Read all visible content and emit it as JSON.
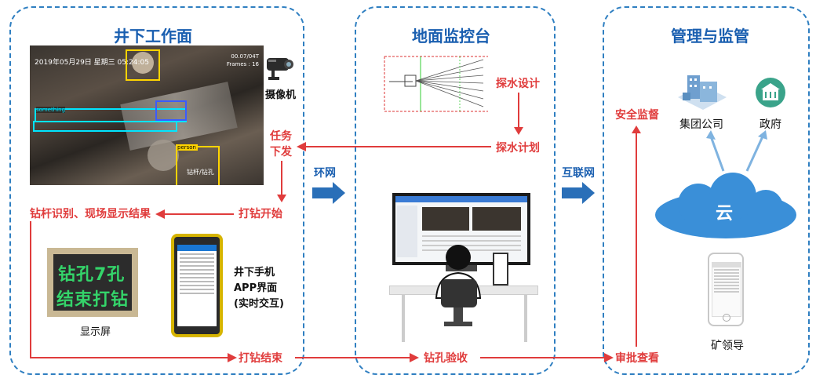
{
  "panels": {
    "underground": {
      "title": "井下工作面"
    },
    "ground": {
      "title": "地面监控台"
    },
    "management": {
      "title": "管理与监管"
    }
  },
  "underground": {
    "camera_overlay": {
      "timestamp": "2019年05月29日  星期三  05:24:05",
      "rate": "00.07/04T",
      "sub": "Frames : 16",
      "labels": [
        "something",
        "person",
        "钻杆/钻孔"
      ]
    },
    "camera_label": "摄像机",
    "task_issue": "任务\n下发",
    "drill_start": "打钻开始",
    "drill_rod_result": "钻杆识别、现场显示结果",
    "led_text": [
      "钻孔7孔",
      "结束打钻"
    ],
    "display_label": "显示屏",
    "phone_caption": [
      "井下手机",
      "APP界面",
      "(实时交互)"
    ],
    "drill_end": "打钻结束"
  },
  "ground": {
    "water_design": "探水设计",
    "water_plan": "探水计划",
    "hole_acceptance": "钻孔验收"
  },
  "connectors": {
    "ring_network": "环网",
    "internet": "互联网"
  },
  "management": {
    "safety_supervision": "安全监督",
    "group_company": "集团公司",
    "government": "政府",
    "cloud": "云",
    "mine_leader": "矿领导",
    "approval_view": "审批查看"
  },
  "colors": {
    "accent_blue": "#1a5fb0",
    "dashed_border": "#2f7fc1",
    "flow_red": "#e03c3c",
    "cloud_blue": "#3a8fd8",
    "arrow_blue": "#2a6fb8"
  }
}
